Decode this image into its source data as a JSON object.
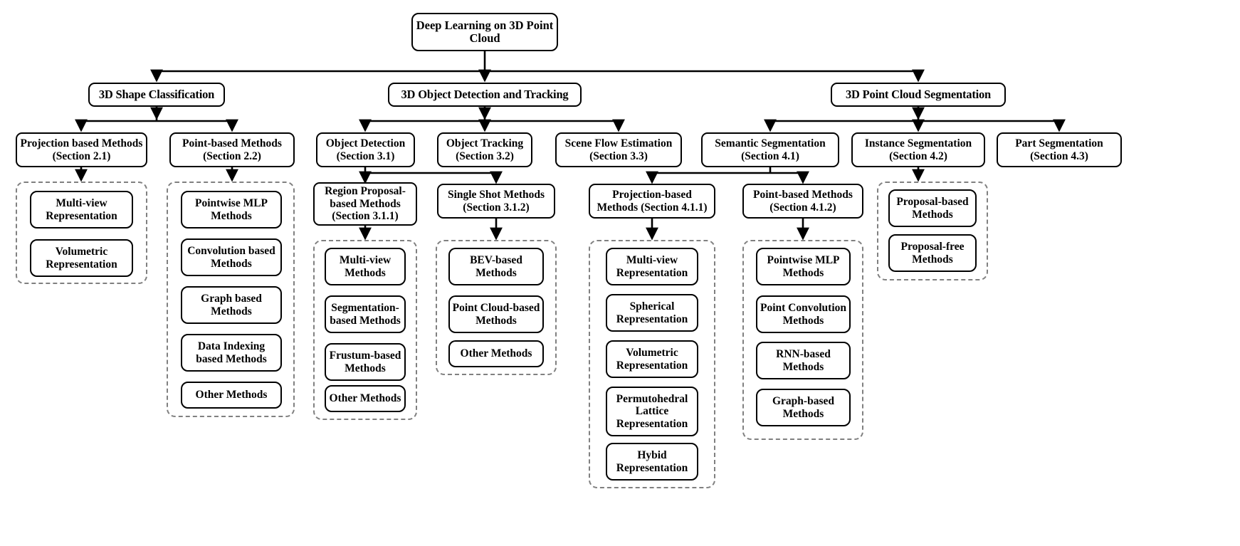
{
  "diagram": {
    "title": "Deep Learning on 3D Point Cloud",
    "type": "taxonomy-tree",
    "orientation": "top-down"
  },
  "root": {
    "label": "Deep Learning on 3D Point Cloud"
  },
  "level2": [
    {
      "label": "3D Shape Classification"
    },
    {
      "label": "3D Object Detection and Tracking"
    },
    {
      "label": "3D Point Cloud Segmentation"
    }
  ],
  "level3": [
    {
      "label": "Projection based Methods (Section 2.1)"
    },
    {
      "label": "Point-based Methods (Section 2.2)"
    },
    {
      "label": "Object Detection (Section 3.1)"
    },
    {
      "label": "Object Tracking (Section 3.2)"
    },
    {
      "label": "Scene Flow Estimation (Section 3.3)"
    },
    {
      "label": "Semantic Segmentation (Section 4.1)"
    },
    {
      "label": "Instance Segmentation (Section 4.2)"
    },
    {
      "label": "Part Segmentation (Section 4.3)"
    }
  ],
  "level4": [
    {
      "label": "Region Proposal-based Methods (Section 3.1.1)"
    },
    {
      "label": "Single Shot Methods (Section 3.1.2)"
    },
    {
      "label": "Projection-based Methods (Section 4.1.1)"
    },
    {
      "label": "Point-based Methods (Section 4.1.2)"
    }
  ],
  "groups": {
    "projection_based_2_1": [
      {
        "label": "Multi-view Representation"
      },
      {
        "label": "Volumetric Representation"
      }
    ],
    "point_based_2_2": [
      {
        "label": "Pointwise MLP Methods"
      },
      {
        "label": "Convolution based Methods"
      },
      {
        "label": "Graph based Methods"
      },
      {
        "label": "Data Indexing based Methods"
      },
      {
        "label": "Other Methods"
      }
    ],
    "region_proposal_3_1_1": [
      {
        "label": "Multi-view Methods"
      },
      {
        "label": "Segmentation-based Methods"
      },
      {
        "label": "Frustum-based Methods"
      },
      {
        "label": "Other Methods"
      }
    ],
    "single_shot_3_1_2": [
      {
        "label": "BEV-based Methods"
      },
      {
        "label": "Point Cloud-based Methods"
      },
      {
        "label": "Other Methods"
      }
    ],
    "projection_based_4_1_1": [
      {
        "label": "Multi-view Representation"
      },
      {
        "label": "Spherical Representation"
      },
      {
        "label": "Volumetric Representation"
      },
      {
        "label": "Permutohedral Lattice Representation"
      },
      {
        "label": "Hybid Representation"
      }
    ],
    "point_based_4_1_2": [
      {
        "label": "Pointwise MLP Methods"
      },
      {
        "label": "Point Convolution Methods"
      },
      {
        "label": "RNN-based Methods"
      },
      {
        "label": "Graph-based Methods"
      }
    ],
    "instance_segmentation_4_2": [
      {
        "label": "Proposal-based Methods"
      },
      {
        "label": "Proposal-free Methods"
      }
    ]
  },
  "colors": {
    "node_border": "#000000",
    "group_border": "#808080",
    "text": "#000000",
    "background": "#ffffff",
    "edge": "#000000"
  }
}
